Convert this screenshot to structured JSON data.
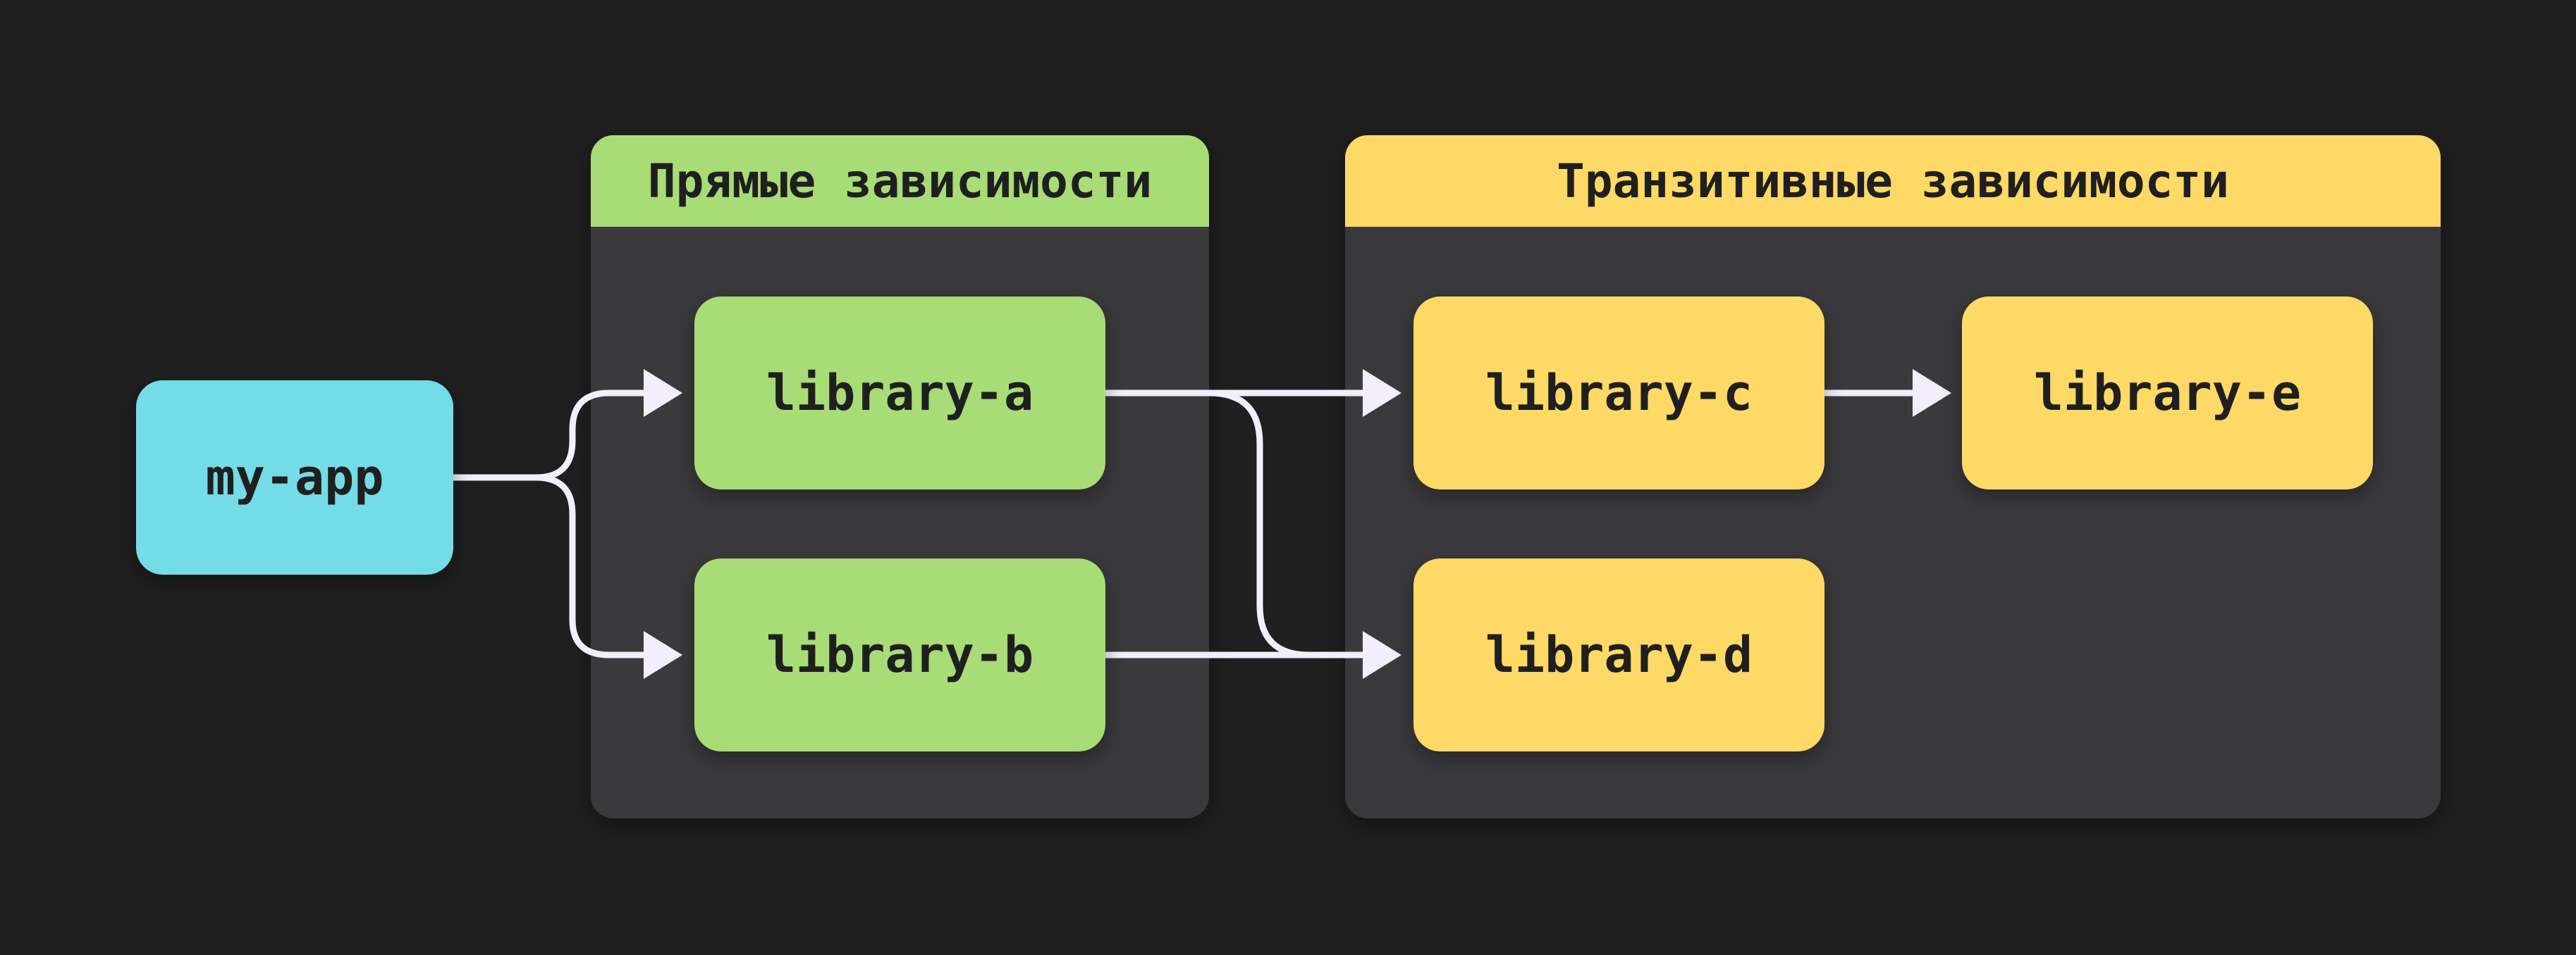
{
  "colors": {
    "background": "#1f1f1f",
    "group_body": "#3a3a3c",
    "direct": "#a8dc76",
    "transitive": "#ffd966",
    "root": "#74dce6",
    "edge": "#f3eefc",
    "text": "#1f1f1f"
  },
  "groups": {
    "direct": {
      "title": "Прямые зависимости"
    },
    "transitive": {
      "title": "Транзитивные зависимости"
    }
  },
  "nodes": {
    "my_app": "my-app",
    "library_a": "library-a",
    "library_b": "library-b",
    "library_c": "library-c",
    "library_d": "library-d",
    "library_e": "library-e"
  },
  "edges": [
    {
      "from": "my-app",
      "to": "library-a"
    },
    {
      "from": "my-app",
      "to": "library-b"
    },
    {
      "from": "library-a",
      "to": "library-c"
    },
    {
      "from": "library-a",
      "to": "library-d"
    },
    {
      "from": "library-b",
      "to": "library-d"
    },
    {
      "from": "library-c",
      "to": "library-e"
    }
  ]
}
